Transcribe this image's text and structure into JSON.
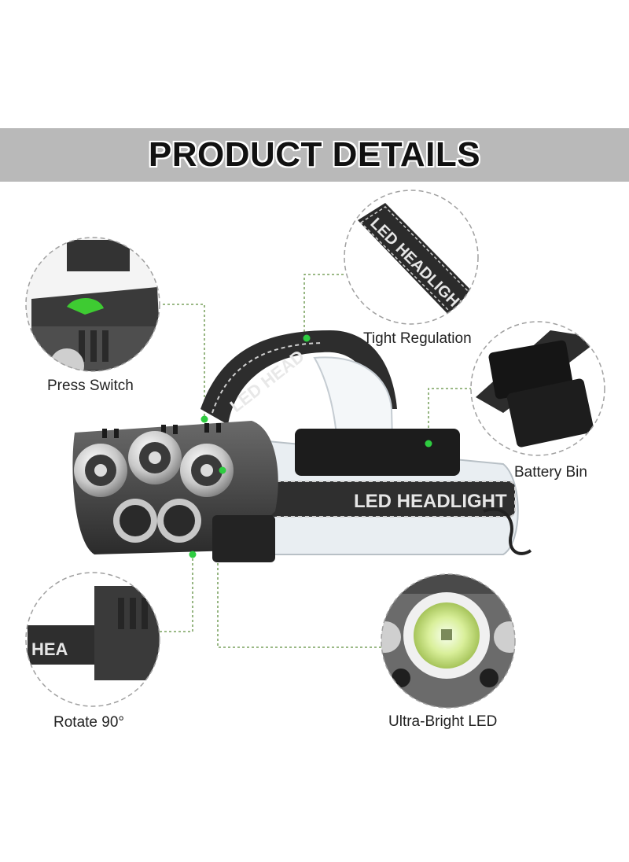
{
  "banner": {
    "title": "PRODUCT DETAILS"
  },
  "features": {
    "press_switch": "Press Switch",
    "tight_regulation": "Tight Regulation",
    "battery_bin": "Battery Bin",
    "rotate": "Rotate 90°",
    "ultra_bright": "Ultra-Bright LED"
  },
  "product_print": {
    "strap_text_main": "LED HEADLIGHT",
    "strap_text_top": "LED HEAD",
    "strap_text_zoom": "LED HEADLIGHT",
    "strap_text_rotate": "HEA"
  },
  "colors": {
    "accent_green": "#2ecc40",
    "banner_gray": "#b9b9b9",
    "leader_dash": "#5f8f3f"
  }
}
